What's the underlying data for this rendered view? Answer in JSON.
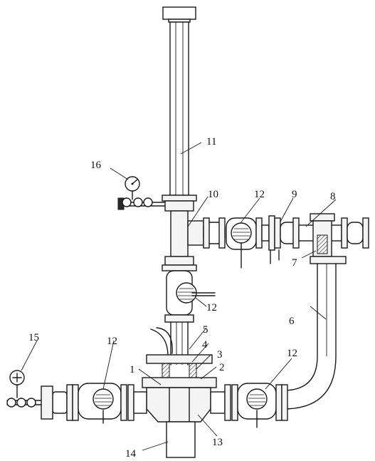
{
  "diagram": {
    "labels": {
      "l1": "1",
      "l2": "2",
      "l3": "3",
      "l4": "4",
      "l5": "5",
      "l6": "6",
      "l7": "7",
      "l8": "8",
      "l9": "9",
      "l10": "10",
      "l11": "11",
      "l12a": "12",
      "l12b": "12",
      "l12c": "12",
      "l12d": "12",
      "l13": "13",
      "l14": "14",
      "l15": "15",
      "l16": "16"
    }
  }
}
